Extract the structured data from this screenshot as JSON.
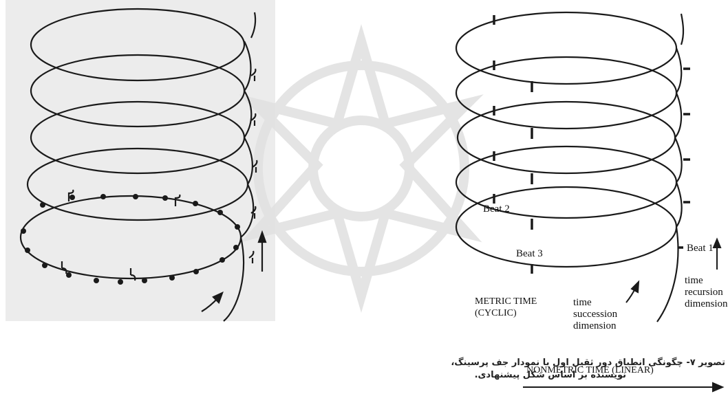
{
  "diagram": {
    "right_labels": {
      "beat1": "Beat 1",
      "beat2": "Beat 2",
      "beat3": "Beat 3",
      "metric_time_line1": "METRIC TIME",
      "metric_time_line2": "(CYCLIC)",
      "succession_line1": "time",
      "succession_line2": "succession",
      "succession_line3": "dimension",
      "recursion_line1": "time",
      "recursion_line2": "recursion",
      "recursion_line3": "dimension",
      "nonmetric": "NONMETRIC TIME (LINEAR)"
    },
    "colors": {
      "ink": "#1a1a1a",
      "left_panel_bg": "#ececec",
      "watermark": "#e8e8e8"
    }
  },
  "caption": {
    "line1": "تصویر ۷- چگونگی انطباق دور ثقیل اول با نمودار جف پرسینگ،",
    "line2": "نویسنده بر اساس شکل پیشنهادی."
  }
}
